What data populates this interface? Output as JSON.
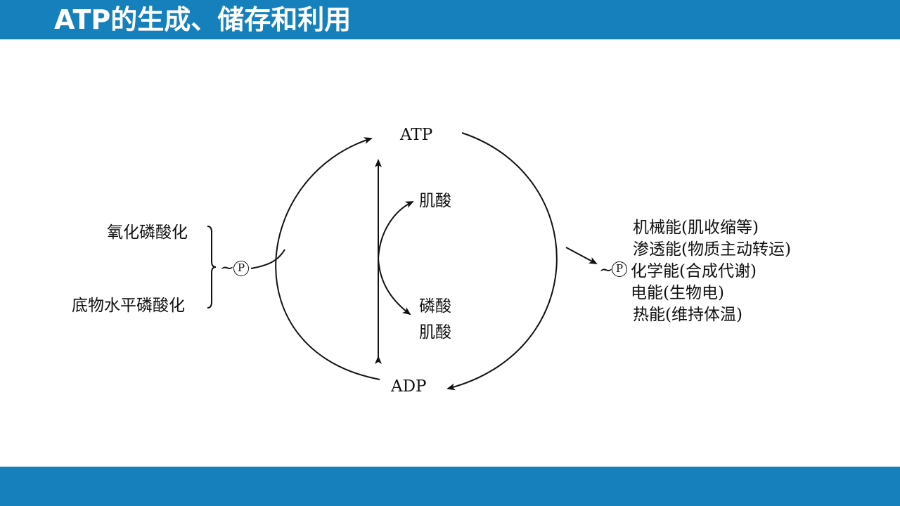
{
  "header": {
    "title": "ATP的生成、储存和利用"
  },
  "diagram": {
    "atp": "ATP",
    "adp": "ADP",
    "center_top": "肌酸",
    "center_bottom_1": "磷酸",
    "center_bottom_2": "肌酸",
    "left_sources": [
      "氧化磷酸化",
      "底物水平磷酸化"
    ],
    "tilde": "~",
    "phosphate_symbol": "P",
    "energy_uses": [
      "机械能(肌收缩等)",
      "渗透能(物质主动转运)",
      "化学能(合成代谢)",
      "电能(生物电)",
      "热能(维持体温)"
    ]
  },
  "colors": {
    "bar": "#1580bb",
    "title": "#ffffff",
    "ink": "#111111"
  }
}
